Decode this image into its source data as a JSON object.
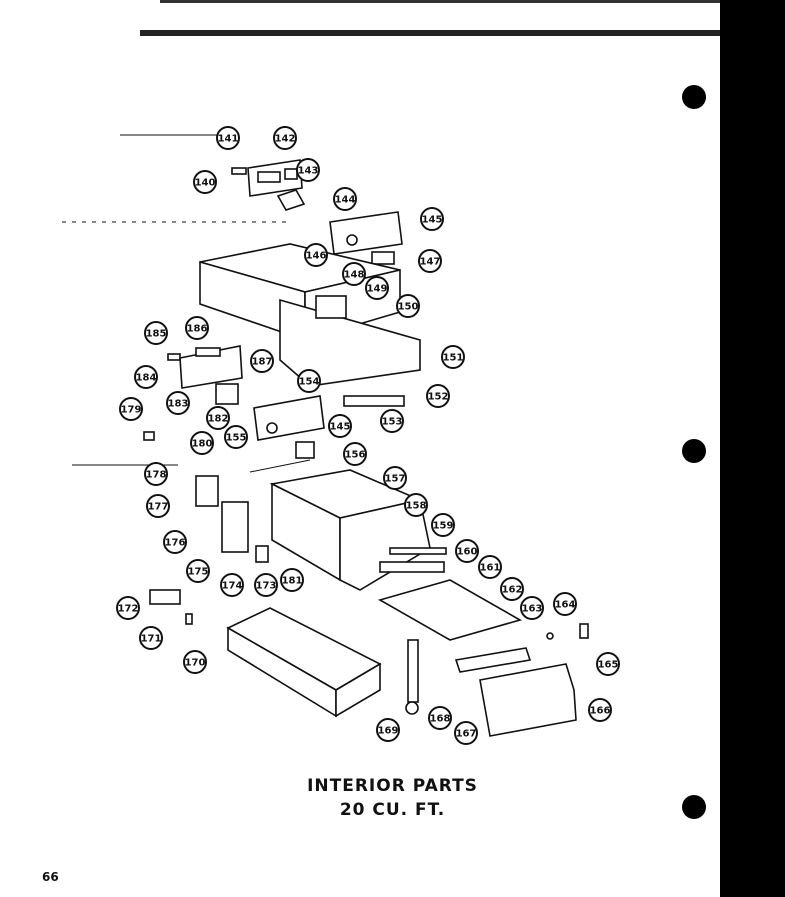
{
  "caption": {
    "line1": "INTERIOR PARTS",
    "line2": "20 CU. FT."
  },
  "page_number": "66",
  "callouts": [
    {
      "label": "141"
    },
    {
      "label": "142"
    },
    {
      "label": "140"
    },
    {
      "label": "143"
    },
    {
      "label": "144"
    },
    {
      "label": "145"
    },
    {
      "label": "146"
    },
    {
      "label": "147"
    },
    {
      "label": "148"
    },
    {
      "label": "149"
    },
    {
      "label": "150"
    },
    {
      "label": "185"
    },
    {
      "label": "186"
    },
    {
      "label": "187"
    },
    {
      "label": "151"
    },
    {
      "label": "184"
    },
    {
      "label": "154"
    },
    {
      "label": "183"
    },
    {
      "label": "152"
    },
    {
      "label": "182"
    },
    {
      "label": "153"
    },
    {
      "label": "179"
    },
    {
      "label": "155"
    },
    {
      "label": "145"
    },
    {
      "label": "180"
    },
    {
      "label": "156"
    },
    {
      "label": "178"
    },
    {
      "label": "157"
    },
    {
      "label": "177"
    },
    {
      "label": "158"
    },
    {
      "label": "159"
    },
    {
      "label": "176"
    },
    {
      "label": "160"
    },
    {
      "label": "175"
    },
    {
      "label": "174"
    },
    {
      "label": "173"
    },
    {
      "label": "181"
    },
    {
      "label": "161"
    },
    {
      "label": "162"
    },
    {
      "label": "164"
    },
    {
      "label": "172"
    },
    {
      "label": "163"
    },
    {
      "label": "171"
    },
    {
      "label": "165"
    },
    {
      "label": "170"
    },
    {
      "label": "166"
    },
    {
      "label": "169"
    },
    {
      "label": "168"
    },
    {
      "label": "167"
    }
  ]
}
